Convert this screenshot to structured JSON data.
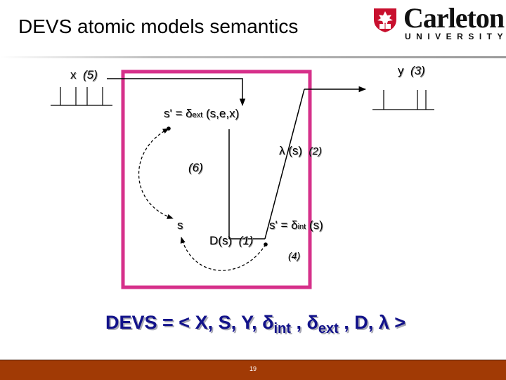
{
  "slide": {
    "title": "DEVS atomic models semantics",
    "slide_number": "19"
  },
  "logo": {
    "name": "Carleton",
    "subtitle": "UNIVERSITY",
    "shield_color": "#c8102e"
  },
  "colors": {
    "model_box": "#d6308a",
    "devs_text": "#12128a",
    "footer": "#a13a05"
  },
  "diagram": {
    "x_label": "x",
    "x_step": "(5)",
    "y_label": "y",
    "y_step": "(3)",
    "delta_ext_pre": "s' = δ",
    "delta_ext_sub": "ext",
    "delta_ext_post": " (s,e,x)",
    "lambda_text": "λ (s)",
    "lambda_step": "(2)",
    "step6": "(6)",
    "state_s": "s",
    "ds_text": "D(s)",
    "ds_step": "(1)",
    "delta_int_pre": "s' = δ",
    "delta_int_sub": "int",
    "delta_int_post": " (s)",
    "step4": "(4)"
  },
  "formula": {
    "prefix": "DEVS =  < X, S, Y, δ",
    "int_sub": "int",
    "mid": " , δ",
    "ext_sub": "ext",
    "suffix": " , D, λ >"
  }
}
